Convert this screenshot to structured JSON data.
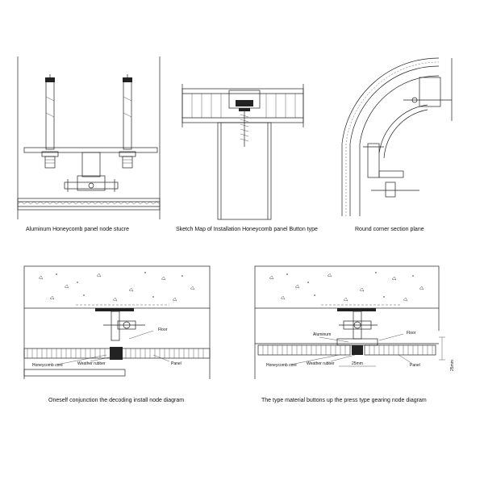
{
  "captions": {
    "top_left": "Aluminum Honeycomb panel node stucre",
    "top_middle": "Sketch Map of Installation Honeycomb panel Button type",
    "top_right": "Round corner section plane",
    "bottom_left": "Oneself conjunction the decoding install node diagram",
    "bottom_right": "The type material buttons up the press type gearing node diagram"
  },
  "bottom_left_labels": {
    "floor": "Floor",
    "honeycomb_core": "Honeycomb core",
    "weather_rubber": "Weather rubber",
    "panel": "Panel"
  },
  "bottom_right_labels": {
    "aluminum": "Aluminum",
    "floor": "Floor",
    "honeycomb_core": "Honeycomb core",
    "weather_rubber": "Weather rubber",
    "gap": "25mm",
    "panel": "Panel",
    "thickness": "25mm"
  }
}
